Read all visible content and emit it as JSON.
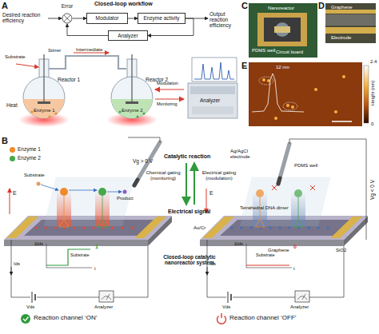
{
  "diagram": {
    "nodes": [
      {
        "text": [
          "Error"
        ]
      },
      {
        "text": [
          "Modulator"
        ]
      },
      {
        "text": [
          "Enzyme activity"
        ]
      },
      {
        "text": [
          "Analyzer"
        ]
      }
    ],
    "edges": [
      {
        "from": 0,
        "to": 1,
        "arrow": "to"
      },
      {
        "from": 1,
        "to": 2,
        "arrow": "to"
      },
      {
        "from": 2,
        "to": 3,
        "arrow": "to"
      },
      {
        "from": 3,
        "to": 0,
        "arrow": "to"
      }
    ],
    "labels": [
      "A",
      "Closed-loop workflow",
      "Desired reaction efficiency",
      "Output reaction efficiency",
      "Substrate",
      "Stirrer",
      "Reactor 1",
      "Heat",
      "Enzyme 1",
      "Intermediate",
      "Reactor 2",
      "Enzyme 2",
      "Modulation",
      "Monitoring",
      "Analyzer",
      "C",
      "Nanoreactor",
      "PDMS well",
      "Circuit board",
      "D",
      "Graphene",
      "Electrode",
      "E",
      "12 nm",
      "2.4",
      "Height (nm)",
      "0",
      "B",
      "Substrate",
      "Product",
      "Vg > 0 V",
      "E",
      "Catalytic reaction",
      "Chemical gating (monitoring)",
      "Electrical gating (modulation)",
      "Electrical signal",
      "Ag/AgCl electrode",
      "PDMS well",
      "Vg < 0 V",
      "E",
      "Tetrahedral DNA dimer",
      "Au/Cr",
      "Graphene",
      "SiO2",
      "Closed-loop catalytic nanoreactor system",
      "ΔIds",
      "Substrate",
      "1",
      "t",
      "Ids",
      "Vds",
      "Analyzer",
      "ΔIds",
      "Substrate",
      "0",
      "t",
      "Ids",
      "Vds",
      "Analyzer",
      "Reaction channel ‘ON’",
      "Reaction channel ‘OFF’"
    ],
    "legend": [
      {
        "text": "Enzyme 1",
        "color": "#f08a2c"
      },
      {
        "text": "Enzyme 2",
        "color": "#45a84b"
      }
    ]
  }
}
